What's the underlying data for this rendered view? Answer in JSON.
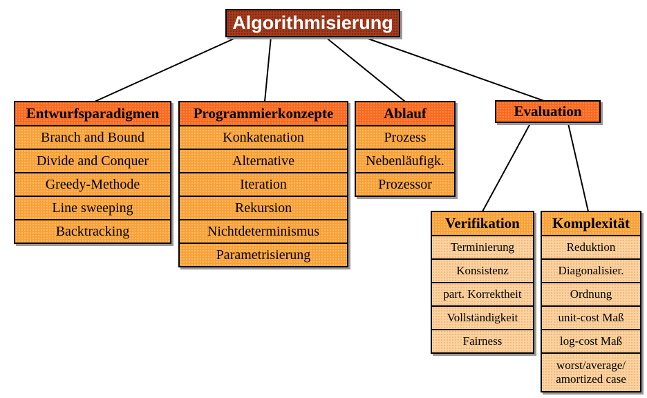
{
  "root": {
    "label": "Algorithmisierung"
  },
  "columns": [
    {
      "header": "Entwurfsparadigmen",
      "items": [
        "Branch and Bound",
        "Divide and Conquer",
        "Greedy-Methode",
        "Line sweeping",
        "Backtracking"
      ]
    },
    {
      "header": "Programmierkonzepte",
      "items": [
        "Konkatenation",
        "Alternative",
        "Iteration",
        "Rekursion",
        "Nichtdeterminismus",
        "Parametrisierung"
      ]
    },
    {
      "header": "Ablauf",
      "items": [
        "Prozess",
        "Nebenläufigk.",
        "Prozessor"
      ]
    }
  ],
  "evaluation": {
    "header": "Evaluation",
    "children": [
      {
        "header": "Verifikation",
        "items": [
          "Terminierung",
          "Konsistenz",
          "part. Korrektheit",
          "Vollständigkeit",
          "Fairness"
        ]
      },
      {
        "header": "Komplexität",
        "items": [
          "Reduktion",
          "Diagonalisier.",
          "Ordnung",
          "unit-cost Maß",
          "log-cost Maß",
          "worst/average/ amortized case"
        ]
      }
    ]
  },
  "colors": {
    "title_bg": "#a53a1c",
    "header_bg": "#f96a1f",
    "mid_bg": "#f9a137",
    "pale_bg": "#fad2a2",
    "border": "#000000",
    "shadow": "#9a9a9a",
    "title_text": "#ffffff",
    "text": "#000000"
  }
}
